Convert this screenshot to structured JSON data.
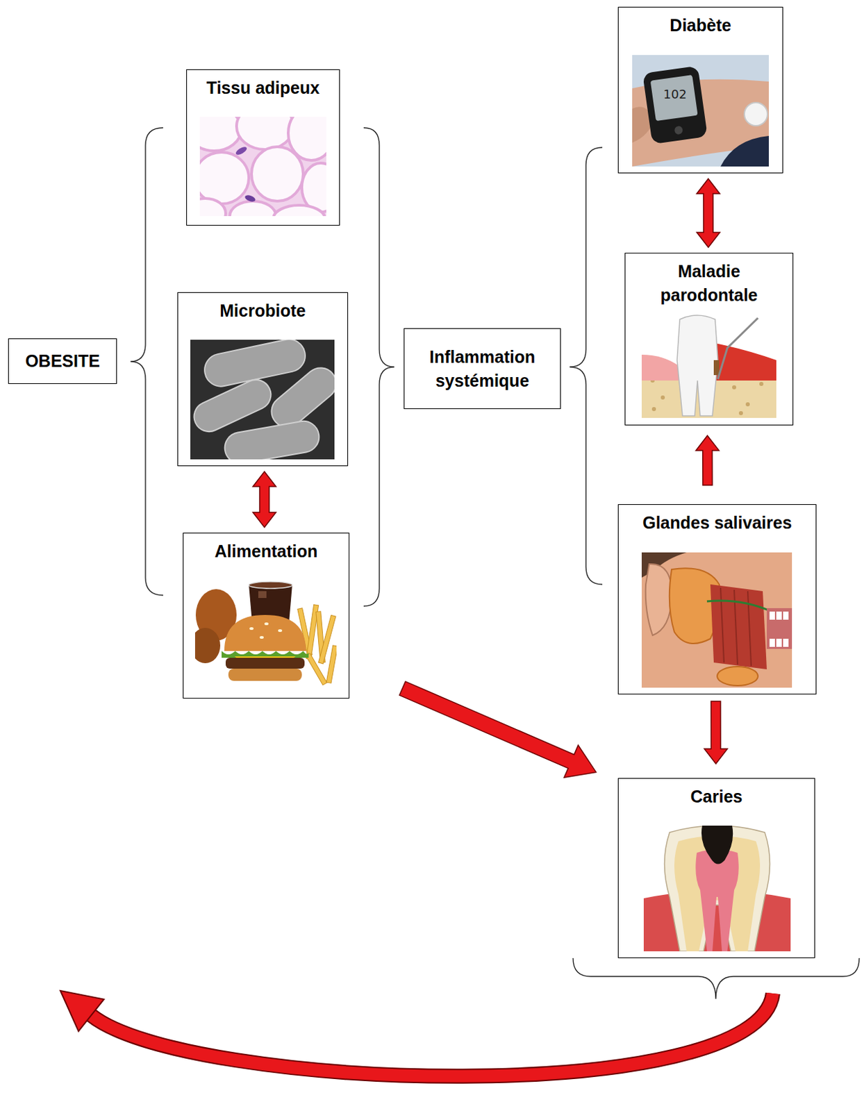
{
  "diagram": {
    "nodes": [
      {
        "text": [
          "OBESITE"
        ]
      },
      {
        "text": [
          "Tissu adipeux"
        ]
      },
      {
        "text": [
          "Microbiote"
        ]
      },
      {
        "text": [
          "Alimentation"
        ]
      },
      {
        "text": [
          "Inflammation systémique"
        ]
      },
      {
        "text": [
          "Diabète"
        ]
      },
      {
        "text": [
          "Maladie parodontale"
        ]
      },
      {
        "text": [
          "Glandes salivaires"
        ]
      },
      {
        "text": [
          "Caries"
        ]
      }
    ],
    "edges": [
      {
        "from": 2,
        "to": 3,
        "arrow": "both"
      },
      {
        "from": 5,
        "to": 6,
        "arrow": "both"
      },
      {
        "from": 7,
        "to": 6,
        "arrow": "to"
      },
      {
        "from": 7,
        "to": 8,
        "arrow": "to"
      },
      {
        "from": 3,
        "to": 8,
        "arrow": "to"
      },
      {
        "from": 8,
        "to": 0,
        "arrow": "to"
      }
    ],
    "labels": [
      "102"
    ]
  }
}
